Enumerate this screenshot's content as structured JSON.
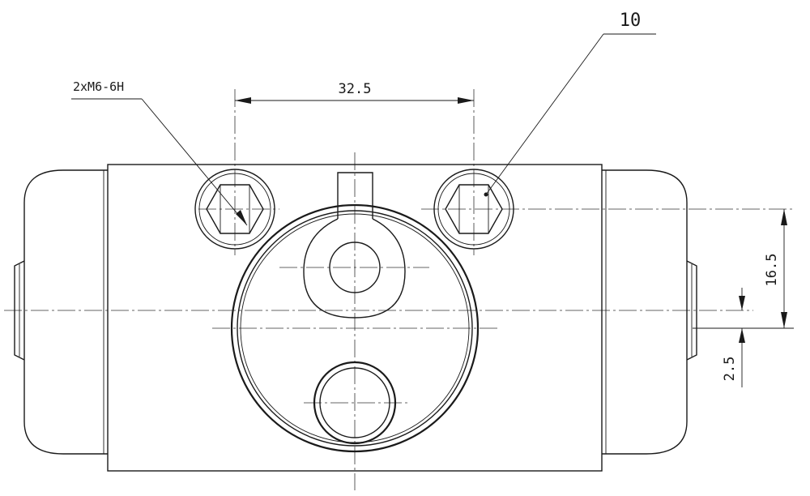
{
  "drawing": {
    "thread_callout": "2xM6-6H",
    "part_number": "10",
    "dim_bolt_spacing": "32.5",
    "dim_offset_large": "16.5",
    "dim_offset_small": "2.5"
  },
  "colors": {
    "line": "#1a1a1a",
    "background": "#ffffff"
  }
}
